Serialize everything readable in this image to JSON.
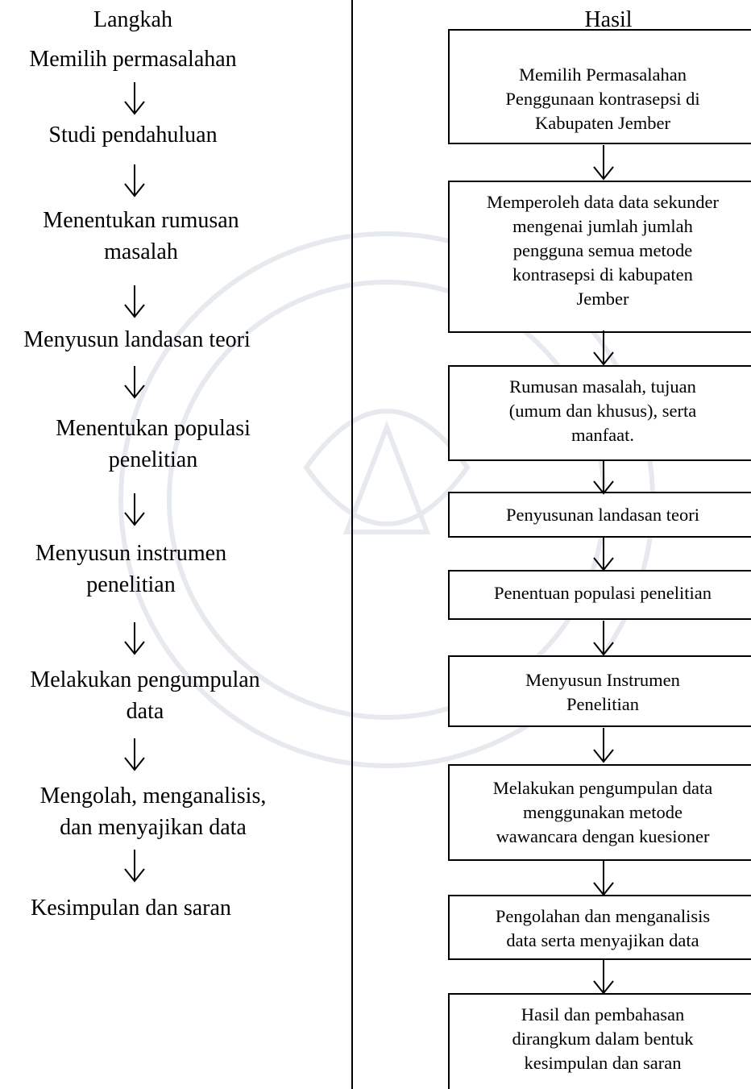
{
  "left_column": {
    "title": "Langkah",
    "steps": [
      "Memilih permasalahan",
      "Studi pendahuluan",
      "Menentukan rumusan\nmasalah",
      "Menyusun landasan teori",
      "Menentukan populasi\npenelitian",
      "Menyusun instrumen\npenelitian",
      "Melakukan pengumpulan\ndata",
      "Mengolah, menganalisis,\ndan menyajikan data",
      "Kesimpulan dan saran"
    ]
  },
  "right_column": {
    "title": "Hasil",
    "boxes": [
      "Memilih Permasalahan\nPenggunaan kontrasepsi di\nKabupaten Jember",
      "Memperoleh data data sekunder\nmengenai jumlah jumlah\npengguna semua metode\nkontrasepsi di kabupaten\nJember",
      "Rumusan masalah, tujuan\n(umum dan khusus), serta\nmanfaat.",
      "Penyusunan landasan teori",
      "Penentuan populasi penelitian",
      "Menyusun Instrumen\nPenelitian",
      "Melakukan pengumpulan data\nmenggunakan metode\nwawancara dengan kuesioner",
      "Pengolahan dan menganalisis\ndata serta menyajikan data",
      "Hasil dan pembahasan\ndirangkum dalam bentuk\nkesimpulan dan saran"
    ]
  },
  "colors": {
    "line": "#000000",
    "watermark": "#d9dde3"
  },
  "watermark_icon": "university-seal-watermark"
}
